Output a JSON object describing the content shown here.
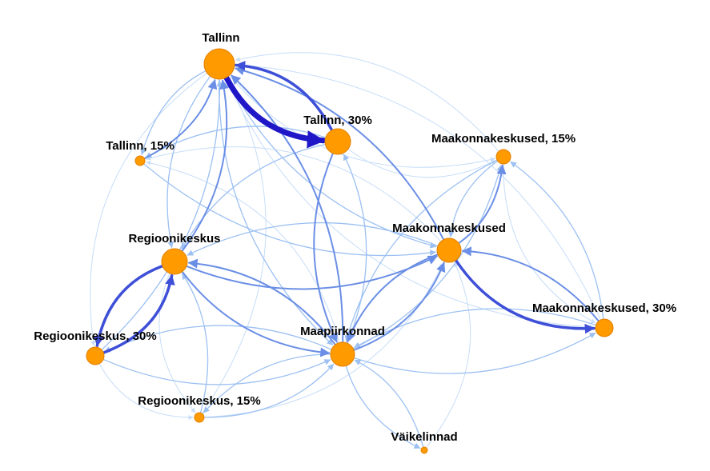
{
  "colors": {
    "node": "#ff9a00",
    "edge_heavy": "#1f16c8",
    "edge_strong": "#3e4fd8",
    "edge_medium": "#6b8fe6",
    "edge_light": "#9cc0f2",
    "edge_faint": "#c7ddf8"
  },
  "nodes": [
    {
      "id": "tallinn",
      "label": "Tallinn"
    },
    {
      "id": "tallinn30",
      "label": "Tallinn, 30%"
    },
    {
      "id": "tallinn15",
      "label": "Tallinn, 15%"
    },
    {
      "id": "maak15",
      "label": "Maakonnakeskused, 15%"
    },
    {
      "id": "maak",
      "label": "Maakonnakeskused"
    },
    {
      "id": "regioon",
      "label": "Regioonikeskus"
    },
    {
      "id": "maak30",
      "label": "Maakonnakeskused, 30%"
    },
    {
      "id": "regioon30",
      "label": "Regioonikeskus, 30%"
    },
    {
      "id": "maapiir",
      "label": "Maapiirkonnad"
    },
    {
      "id": "regioon15",
      "label": "Regioonikeskus, 15%"
    },
    {
      "id": "vaike",
      "label": "Väikelinnad"
    }
  ],
  "edges": [
    {
      "source": "tallinn",
      "target": "tallinn30",
      "weight": "heavy"
    },
    {
      "source": "tallinn30",
      "target": "tallinn",
      "weight": "strong"
    },
    {
      "source": "regioon",
      "target": "regioon30",
      "weight": "strong"
    },
    {
      "source": "regioon30",
      "target": "regioon",
      "weight": "strong"
    },
    {
      "source": "maak",
      "target": "maak30",
      "weight": "strong"
    },
    {
      "source": "maak30",
      "target": "maak",
      "weight": "medium"
    },
    {
      "source": "tallinn",
      "target": "tallinn15",
      "weight": "light"
    },
    {
      "source": "tallinn15",
      "target": "tallinn",
      "weight": "medium"
    },
    {
      "source": "regioon",
      "target": "tallinn",
      "weight": "medium"
    },
    {
      "source": "tallinn",
      "target": "regioon",
      "weight": "light"
    },
    {
      "source": "maapiir",
      "target": "tallinn",
      "weight": "medium"
    },
    {
      "source": "tallinn",
      "target": "maapiir",
      "weight": "light"
    },
    {
      "source": "maak",
      "target": "tallinn",
      "weight": "medium"
    },
    {
      "source": "tallinn",
      "target": "maak",
      "weight": "light"
    },
    {
      "source": "maapiir",
      "target": "regioon",
      "weight": "medium"
    },
    {
      "source": "regioon",
      "target": "maapiir",
      "weight": "medium"
    },
    {
      "source": "maapiir",
      "target": "maak",
      "weight": "medium"
    },
    {
      "source": "maak",
      "target": "maapiir",
      "weight": "medium"
    },
    {
      "source": "regioon",
      "target": "maak",
      "weight": "medium"
    },
    {
      "source": "maak",
      "target": "regioon",
      "weight": "light"
    },
    {
      "source": "tallinn30",
      "target": "maapiir",
      "weight": "medium"
    },
    {
      "source": "maapiir",
      "target": "tallinn30",
      "weight": "light"
    },
    {
      "source": "tallinn30",
      "target": "regioon",
      "weight": "light"
    },
    {
      "source": "maak",
      "target": "maak15",
      "weight": "medium"
    },
    {
      "source": "maak15",
      "target": "maak",
      "weight": "light"
    },
    {
      "source": "maapiir",
      "target": "maak15",
      "weight": "light"
    },
    {
      "source": "maak15",
      "target": "maapiir",
      "weight": "light"
    },
    {
      "source": "regioon15",
      "target": "regioon",
      "weight": "light"
    },
    {
      "source": "regioon",
      "target": "regioon15",
      "weight": "faint"
    },
    {
      "source": "maapiir",
      "target": "regioon15",
      "weight": "light"
    },
    {
      "source": "regioon15",
      "target": "maapiir",
      "weight": "light"
    },
    {
      "source": "regioon30",
      "target": "maapiir",
      "weight": "light"
    },
    {
      "source": "maapiir",
      "target": "regioon30",
      "weight": "light"
    },
    {
      "source": "regioon30",
      "target": "tallinn",
      "weight": "light"
    },
    {
      "source": "tallinn",
      "target": "regioon30",
      "weight": "faint"
    },
    {
      "source": "maapiir",
      "target": "maak30",
      "weight": "light"
    },
    {
      "source": "maak30",
      "target": "maapiir",
      "weight": "light"
    },
    {
      "source": "tallinn",
      "target": "maak30",
      "weight": "faint"
    },
    {
      "source": "maak30",
      "target": "tallinn",
      "weight": "faint"
    },
    {
      "source": "vaike",
      "target": "maapiir",
      "weight": "light"
    },
    {
      "source": "maapiir",
      "target": "vaike",
      "weight": "light"
    },
    {
      "source": "tallinn15",
      "target": "maak",
      "weight": "light"
    },
    {
      "source": "maak",
      "target": "tallinn15",
      "weight": "faint"
    },
    {
      "source": "tallinn30",
      "target": "tallinn15",
      "weight": "light"
    },
    {
      "source": "maak15",
      "target": "tallinn",
      "weight": "faint"
    },
    {
      "source": "tallinn",
      "target": "maak15",
      "weight": "faint"
    },
    {
      "source": "maak30",
      "target": "maak15",
      "weight": "light"
    },
    {
      "source": "maak15",
      "target": "maak30",
      "weight": "faint"
    },
    {
      "source": "regioon15",
      "target": "tallinn",
      "weight": "faint"
    },
    {
      "source": "maapiir",
      "target": "tallinn15",
      "weight": "faint"
    },
    {
      "source": "vaike",
      "target": "maak",
      "weight": "faint"
    },
    {
      "source": "regioon30",
      "target": "regioon15",
      "weight": "faint"
    },
    {
      "source": "regioon15",
      "target": "maak",
      "weight": "faint"
    },
    {
      "source": "tallinn30",
      "target": "maak15",
      "weight": "faint"
    }
  ]
}
